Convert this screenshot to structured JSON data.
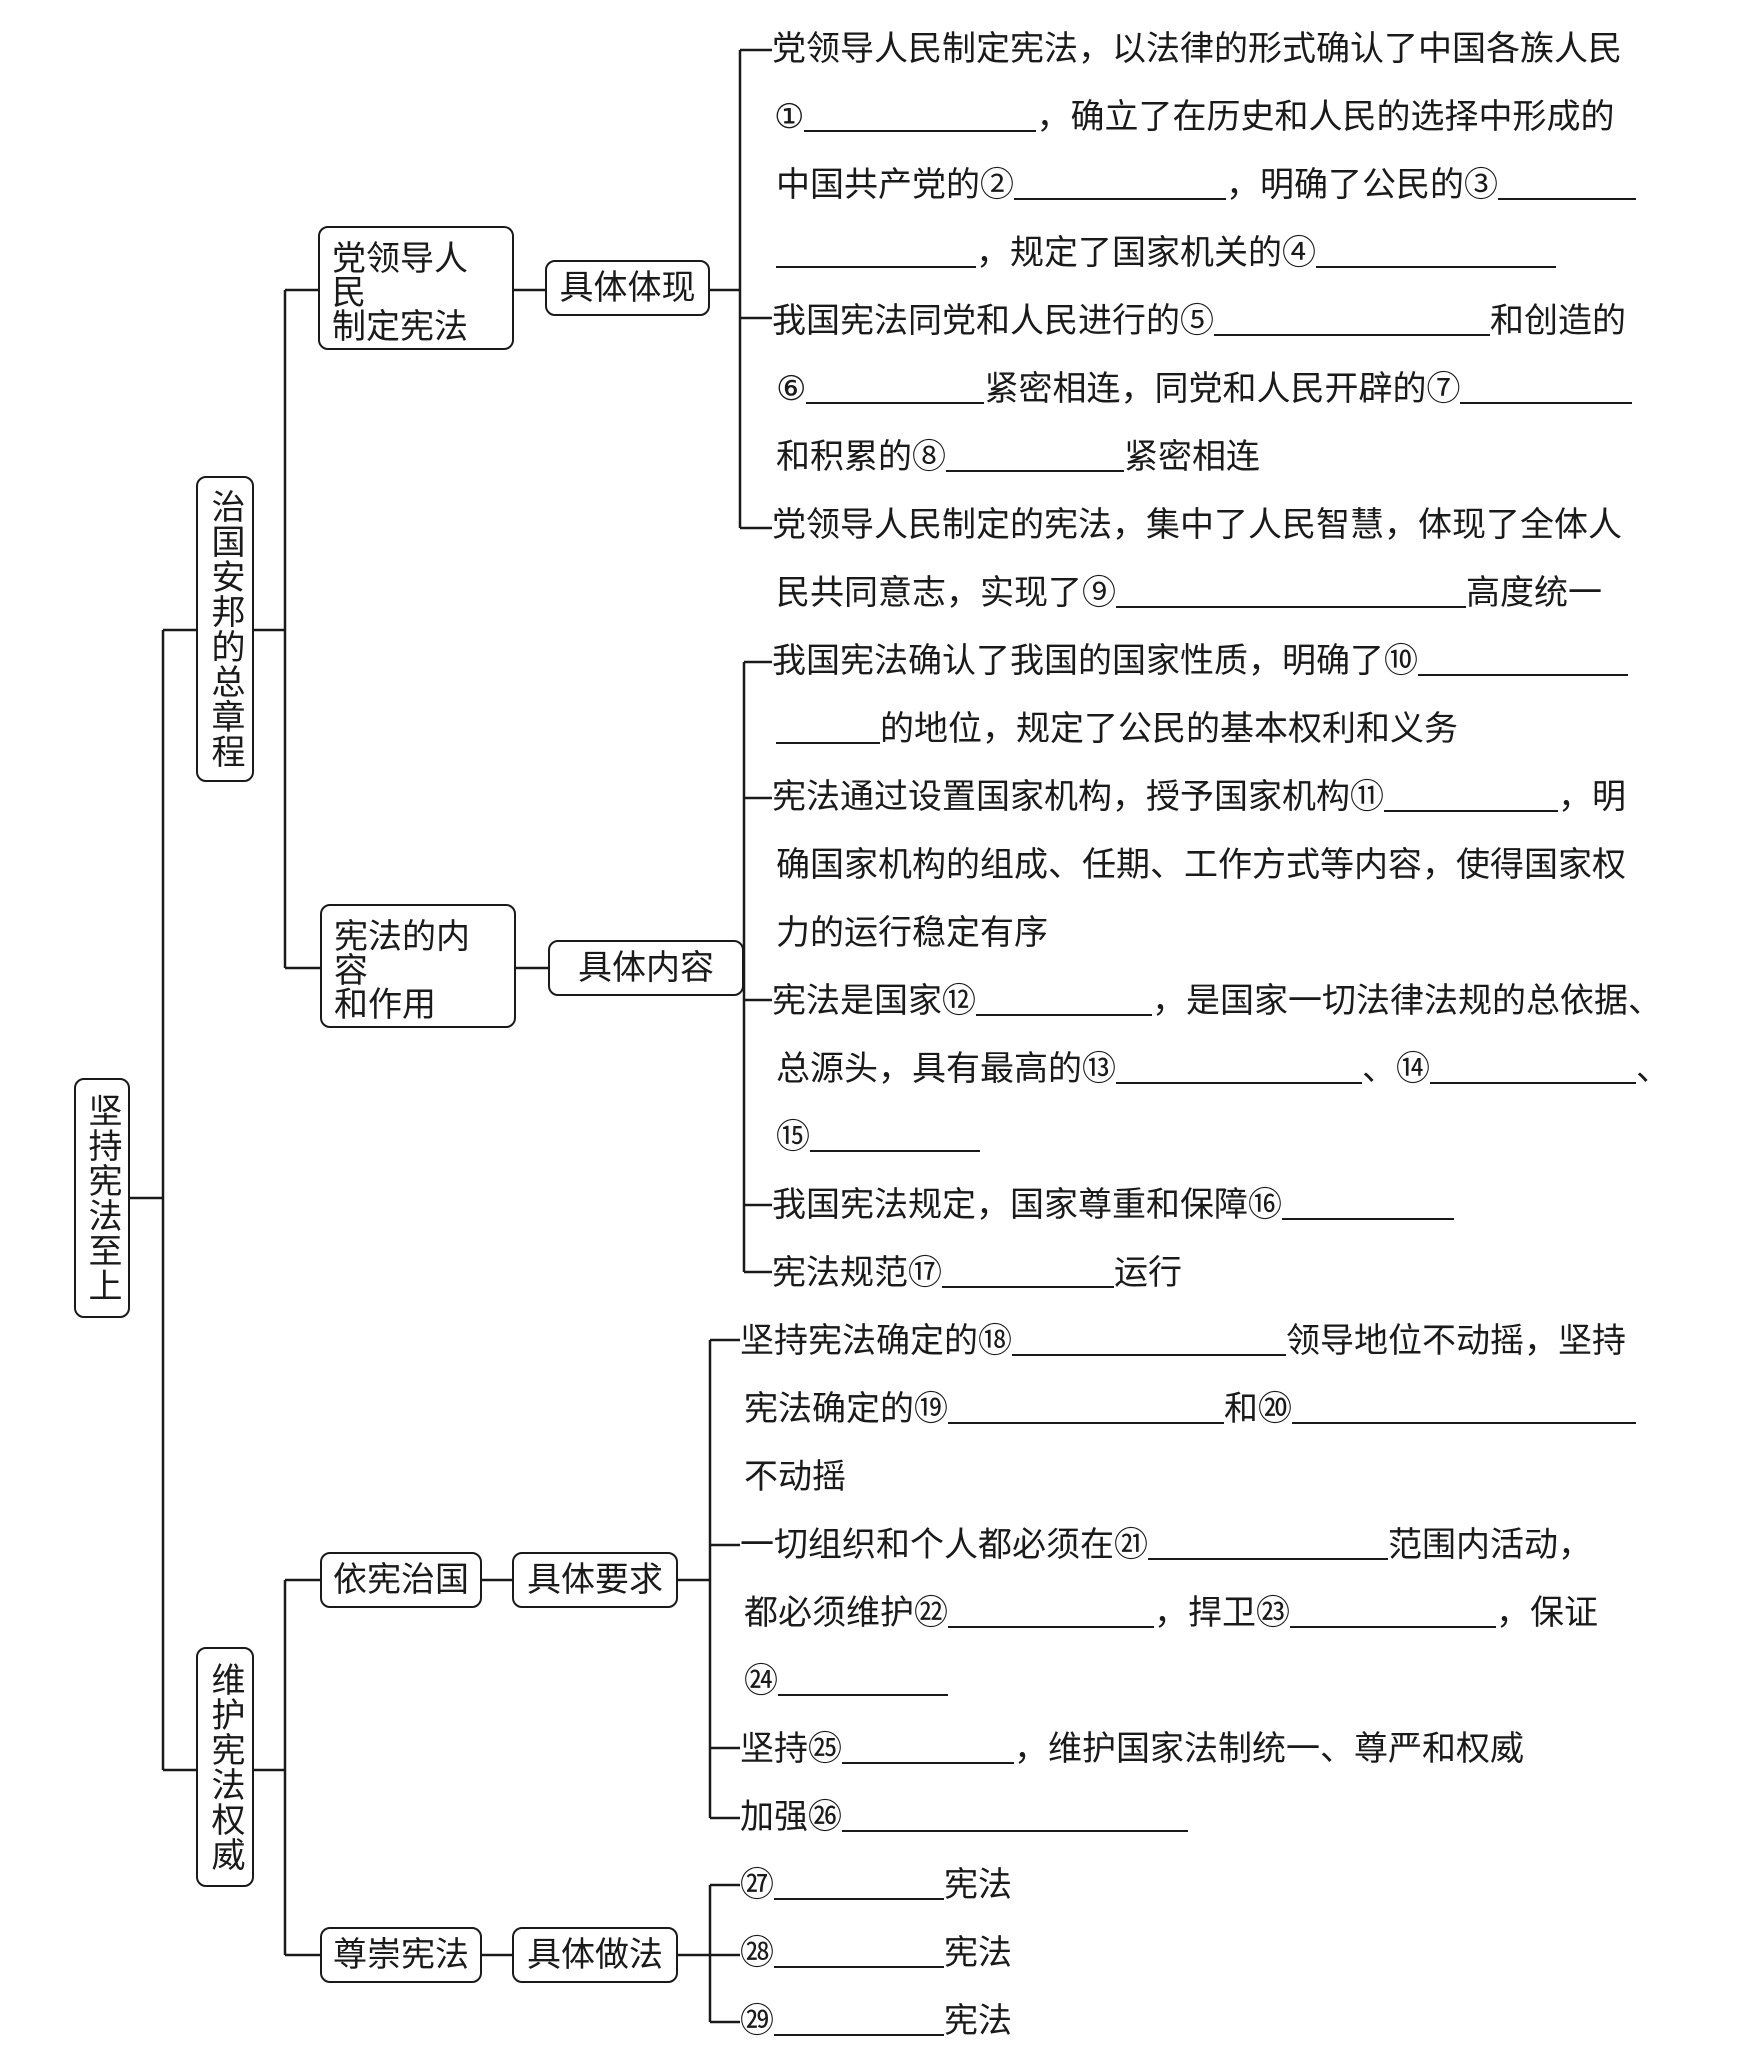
{
  "root": "坚持宪法至上",
  "branches": [
    {
      "label": "治国安邦的总章程",
      "subs": [
        {
          "label1": "党领导人民",
          "label2": "制定宪法",
          "detail": "具体体现",
          "items": [
            {
              "lines": [
                "党领导人民制定宪法，以法律的形式确认了中国各族人民",
                "①",
                "，确立了在历史和人民的选择中形成的",
                "中国共产党的②",
                "，明确了公民的③",
                "，规定了国家机关的④"
              ]
            },
            {
              "lines": [
                "我国宪法同党和人民进行的⑤",
                "和创造的",
                "⑥",
                "紧密相连，同党和人民开辟的⑦",
                "和积累的⑧",
                "紧密相连"
              ]
            },
            {
              "lines": [
                "党领导人民制定的宪法，集中了人民智慧，体现了全体人",
                "民共同意志，实现了⑨",
                "高度统一"
              ]
            }
          ]
        },
        {
          "label1": "宪法的内容",
          "label2": "和作用",
          "detail": "具体内容",
          "items": [
            {
              "lines": [
                "我国宪法确认了我国的国家性质，明确了⑩",
                "的地位，规定了公民的基本权利和义务"
              ]
            },
            {
              "lines": [
                "宪法通过设置国家机构，授予国家机构⑪",
                "，明",
                "确国家机构的组成、任期、工作方式等内容，使得国家权",
                "力的运行稳定有序"
              ]
            },
            {
              "lines": [
                "宪法是国家⑫",
                "，是国家一切法律法规的总依据、",
                "总源头，具有最高的⑬",
                "、⑭",
                "、",
                "⑮"
              ]
            },
            {
              "lines": [
                "我国宪法规定，国家尊重和保障⑯"
              ]
            },
            {
              "lines": [
                "宪法规范⑰",
                "运行"
              ]
            }
          ]
        }
      ]
    },
    {
      "label": "维护宪法权威",
      "subs": [
        {
          "label1": "依宪治国",
          "detail": "具体要求",
          "items": [
            {
              "lines": [
                "坚持宪法确定的⑱",
                "领导地位不动摇，坚持",
                "宪法确定的⑲",
                "和⑳",
                "不动摇"
              ]
            },
            {
              "lines": [
                "一切组织和个人都必须在㉑",
                "范围内活动，",
                "都必须维护㉒",
                "，捍卫㉓",
                "，保证",
                "㉔"
              ]
            },
            {
              "lines": [
                "坚持㉕",
                "，维护国家法制统一、尊严和权威"
              ]
            },
            {
              "lines": [
                "加强㉖"
              ]
            }
          ]
        },
        {
          "label1": "尊崇宪法",
          "detail": "具体做法",
          "items": [
            {
              "lines": [
                "㉗",
                "宪法"
              ]
            },
            {
              "lines": [
                "㉘",
                "宪法"
              ]
            },
            {
              "lines": [
                "㉙",
                "宪法"
              ]
            }
          ]
        }
      ]
    }
  ]
}
